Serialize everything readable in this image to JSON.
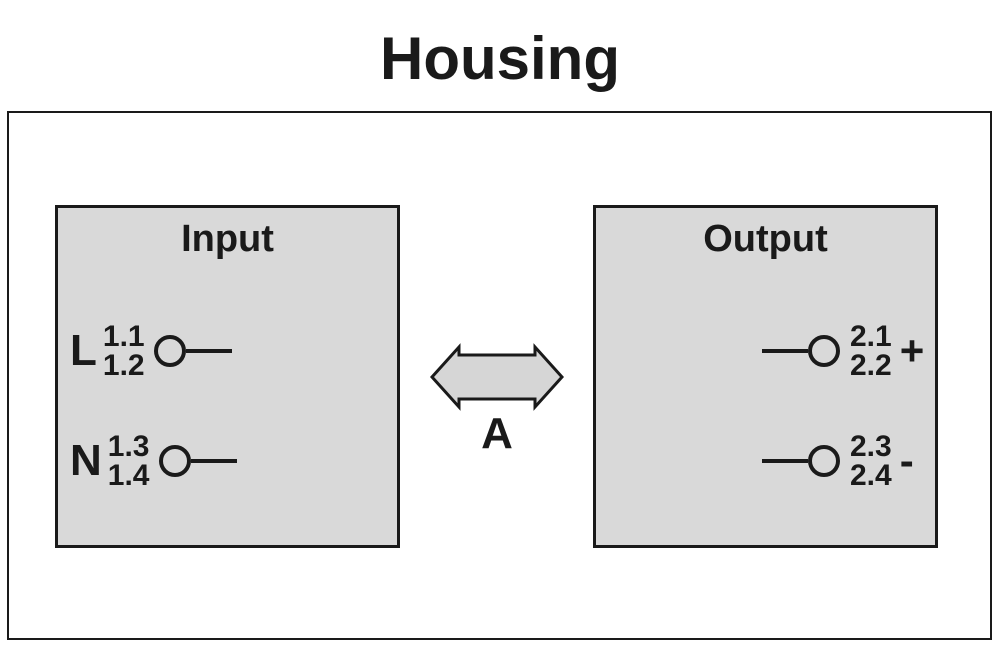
{
  "title": "Housing",
  "input_panel": {
    "title": "Input",
    "terminals": [
      {
        "letter": "L",
        "top_number": "1.1",
        "bottom_number": "1.2"
      },
      {
        "letter": "N",
        "top_number": "1.3",
        "bottom_number": "1.4"
      }
    ]
  },
  "output_panel": {
    "title": "Output",
    "terminals": [
      {
        "top_number": "2.1",
        "bottom_number": "2.2",
        "sign": "+"
      },
      {
        "top_number": "2.3",
        "bottom_number": "2.4",
        "sign": "-"
      }
    ]
  },
  "arrow_label": "A",
  "colors": {
    "background": "#ffffff",
    "panel_fill": "#d9d9d9",
    "arrow_fill": "#d6d6d6",
    "stroke": "#1a1a1a"
  }
}
